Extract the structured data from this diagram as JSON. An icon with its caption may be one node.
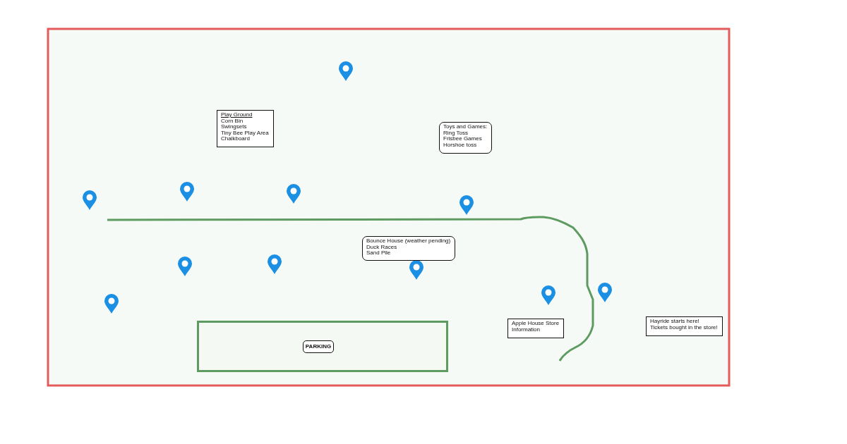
{
  "diagram": {
    "nodes": [
      {
        "text": [
          "Play Ground",
          "Corn Bin",
          "Swingsets",
          "Tiny Bee Play Area",
          "Chalkboard"
        ]
      },
      {
        "text": [
          "Toys and Games:",
          "Ring Toss",
          "Frisbee Games",
          "Horshoe toss"
        ]
      },
      {
        "text": [
          "Bounce House (weather pending)",
          "Duck Races",
          "Sand Pile"
        ]
      },
      {
        "text": [],
        "shape": "box"
      },
      {
        "text": [
          "PARKING"
        ],
        "in": 3
      },
      {
        "text": [
          "Apple House Store",
          "Information"
        ]
      },
      {
        "text": [
          "Hayride starts here!",
          "Tickets bought in the store!"
        ]
      }
    ],
    "edges": []
  }
}
